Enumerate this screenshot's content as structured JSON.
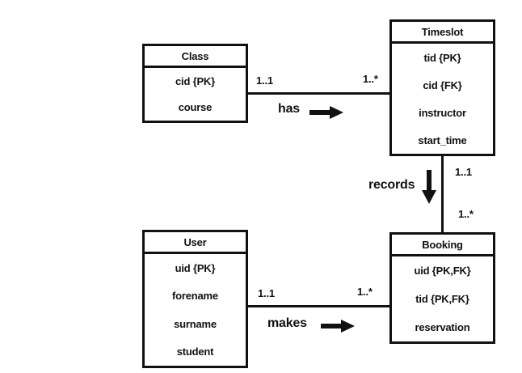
{
  "canvas": {
    "background_color": "#ffffff",
    "ink_color": "#111111"
  },
  "entities": {
    "class": {
      "title": "Class",
      "attributes": [
        "cid {PK}",
        "course"
      ]
    },
    "timeslot": {
      "title": "Timeslot",
      "attributes": [
        "tid {PK}",
        "cid {FK}",
        "instructor",
        "start_time"
      ]
    },
    "user": {
      "title": "User",
      "attributes": [
        "uid {PK}",
        "forename",
        "surname",
        "student"
      ]
    },
    "booking": {
      "title": "Booking",
      "attributes": [
        "uid {PK,FK}",
        "tid {PK,FK}",
        "reservation"
      ]
    }
  },
  "relationships": {
    "has": {
      "label": "has",
      "source_cardinality": "1..1",
      "target_cardinality": "1..*",
      "arrow_direction": "right"
    },
    "records": {
      "label": "records",
      "source_cardinality": "1..1",
      "target_cardinality": "1..*",
      "arrow_direction": "down"
    },
    "makes": {
      "label": "makes",
      "source_cardinality": "1..1",
      "target_cardinality": "1..*",
      "arrow_direction": "right"
    }
  }
}
